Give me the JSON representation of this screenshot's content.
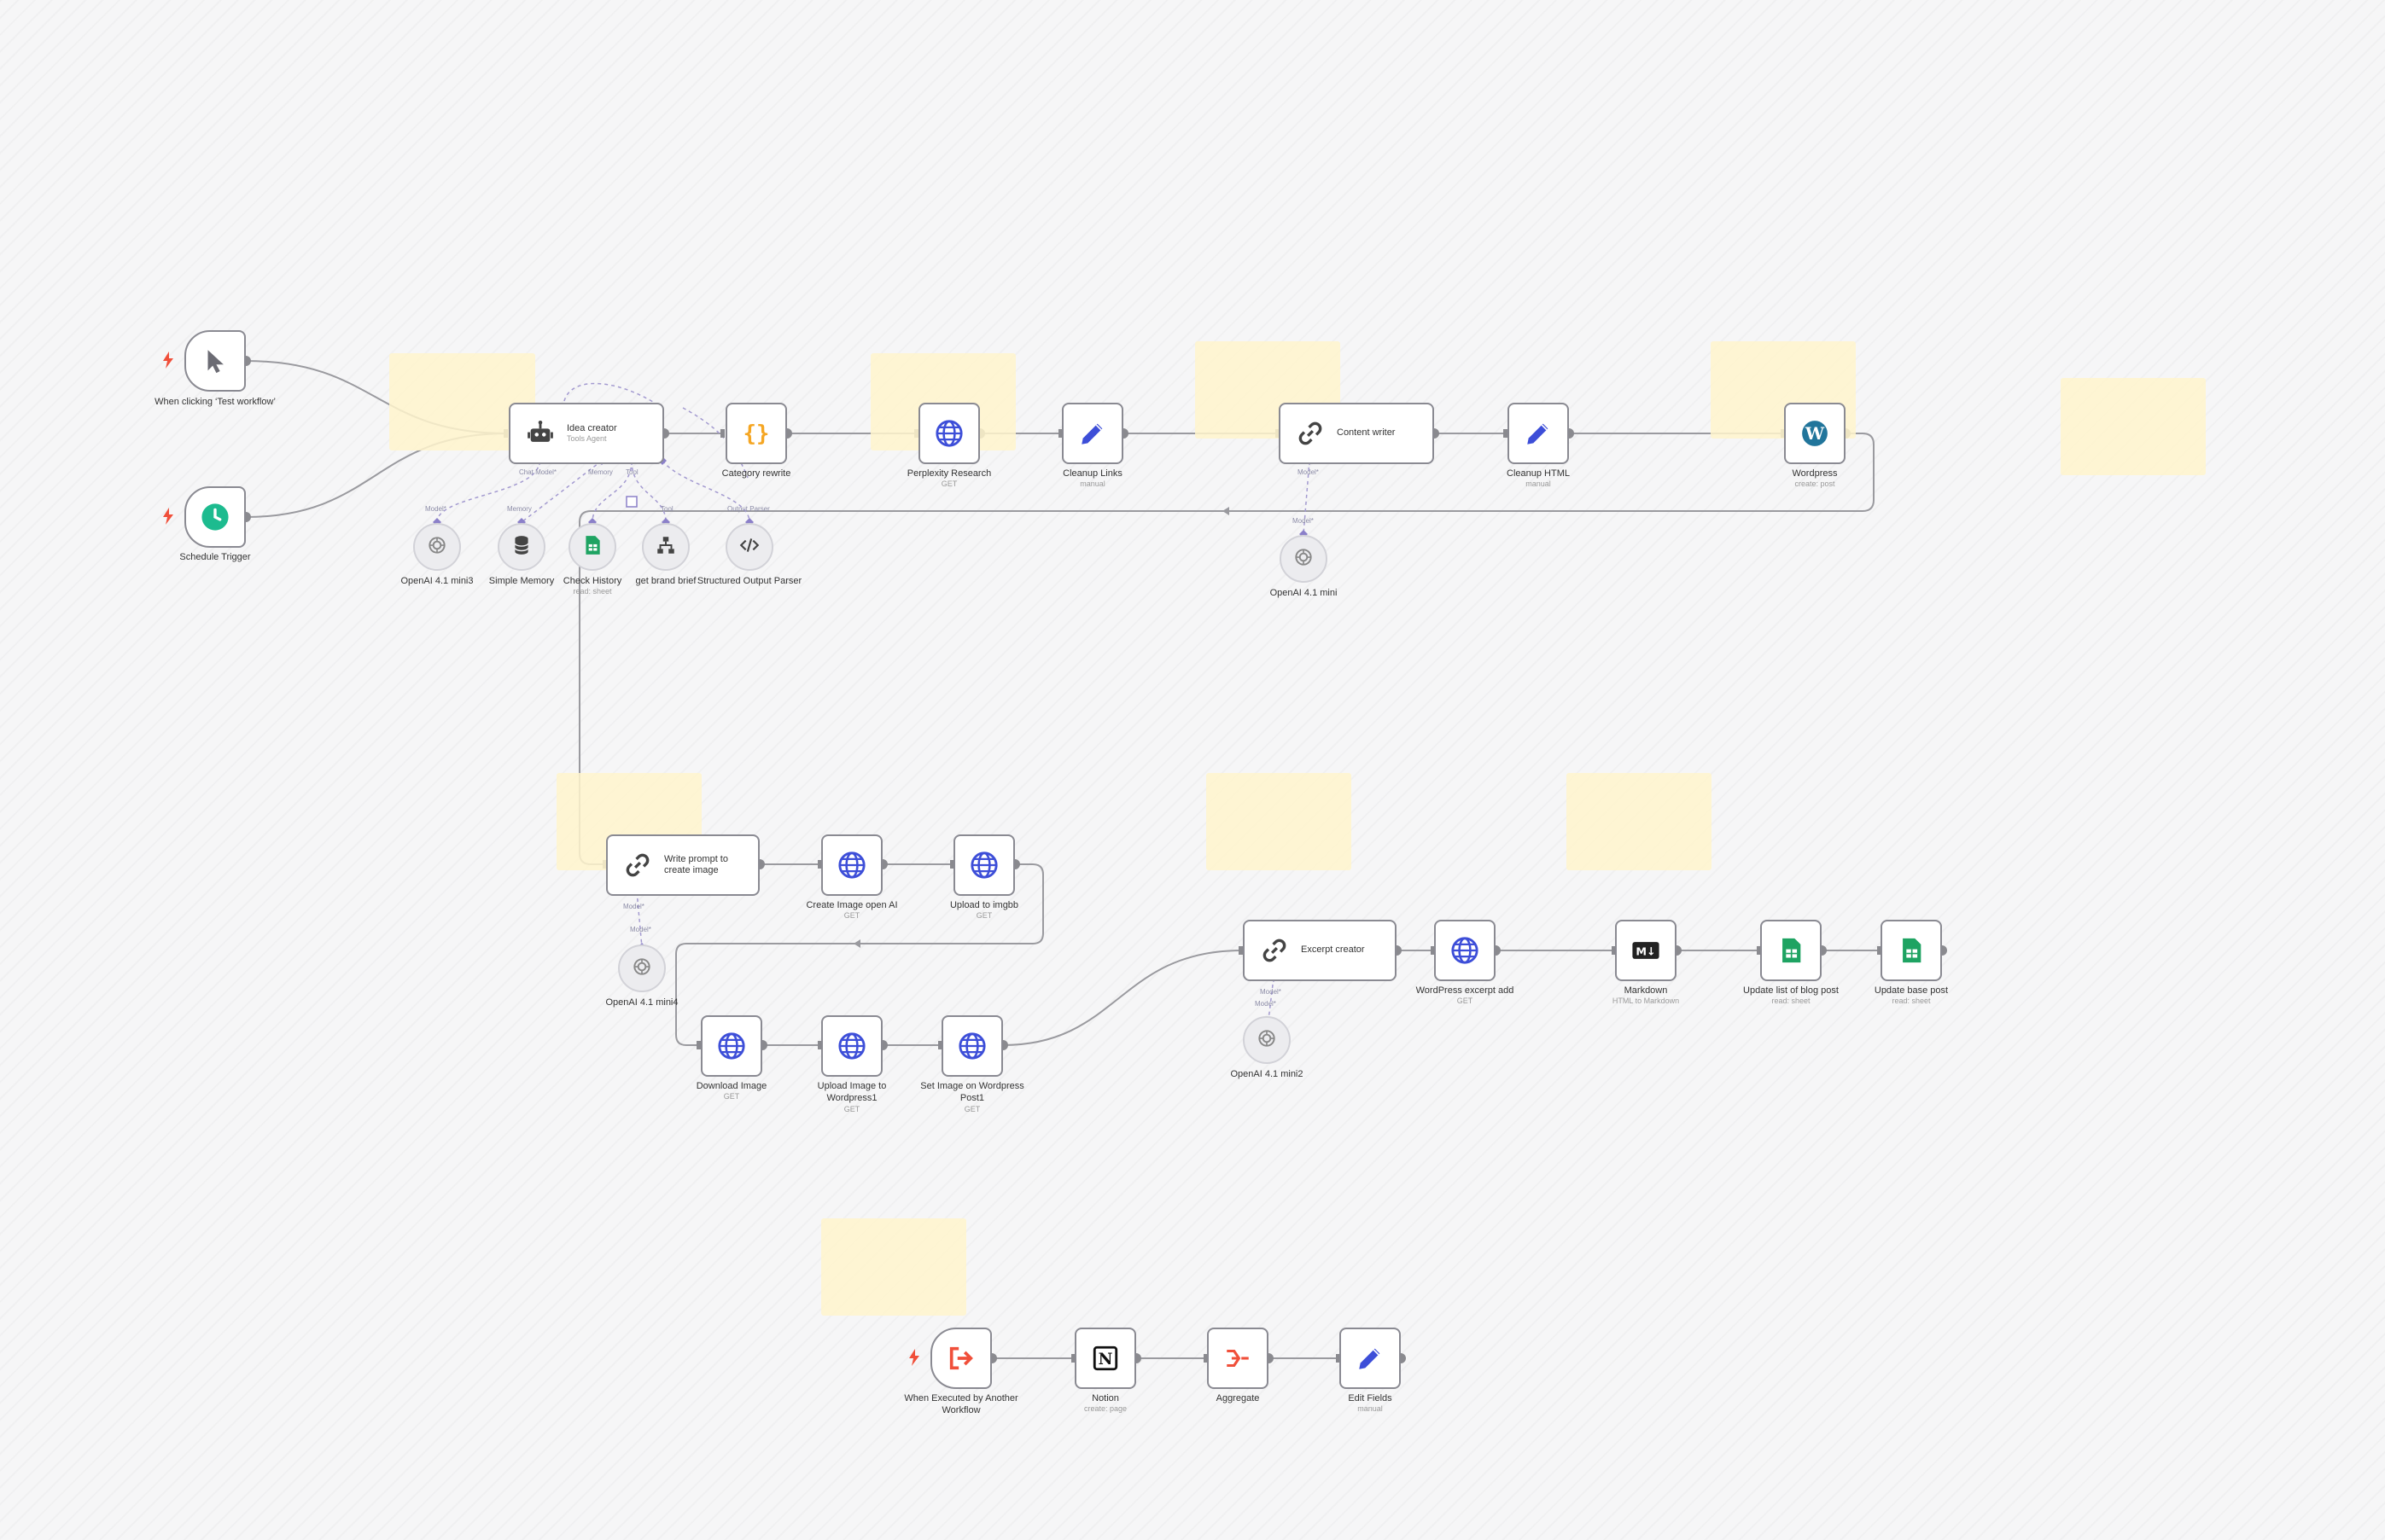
{
  "canvas": {
    "triggers": [
      {
        "id": "manual",
        "title": "When clicking ‘Test workflow’",
        "icon": "cursor-icon"
      },
      {
        "id": "schedule",
        "title": "Schedule Trigger",
        "icon": "clock-icon"
      }
    ],
    "nodes": [
      {
        "id": "idea",
        "title": "Idea creator",
        "subtitle": "Tools Agent",
        "icon": "robot-icon"
      },
      {
        "id": "category",
        "title": "Category rewrite",
        "subtitle": "",
        "icon": "braces-icon"
      },
      {
        "id": "perplexity",
        "title": "Perplexity Research",
        "subtitle": "GET",
        "icon": "globe-icon"
      },
      {
        "id": "cleanup-links",
        "title": "Cleanup Links",
        "subtitle": "manual",
        "icon": "pencil-icon"
      },
      {
        "id": "content-writer",
        "title": "Content writer",
        "subtitle": "",
        "icon": "link-icon"
      },
      {
        "id": "cleanup-html",
        "title": "Cleanup HTML",
        "subtitle": "manual",
        "icon": "pencil-icon"
      },
      {
        "id": "wordpress",
        "title": "Wordpress",
        "subtitle": "create: post",
        "icon": "wordpress-icon"
      },
      {
        "id": "write-prompt",
        "title": "Write prompt to create image",
        "subtitle": "",
        "icon": "link-icon"
      },
      {
        "id": "create-image",
        "title": "Create Image open AI",
        "subtitle": "GET",
        "icon": "globe-icon"
      },
      {
        "id": "upload-imgbb",
        "title": "Upload to imgbb",
        "subtitle": "GET",
        "icon": "globe-icon"
      },
      {
        "id": "download-image",
        "title": "Download Image",
        "subtitle": "GET",
        "icon": "globe-icon"
      },
      {
        "id": "upload-wp",
        "title": "Upload Image to Wordpress1",
        "subtitle": "GET",
        "icon": "globe-icon"
      },
      {
        "id": "set-image",
        "title": "Set Image on Wordpress Post1",
        "subtitle": "GET",
        "icon": "globe-icon"
      },
      {
        "id": "excerpt",
        "title": "Excerpt creator",
        "subtitle": "",
        "icon": "link-icon"
      },
      {
        "id": "wp-excerpt",
        "title": "WordPress excerpt add",
        "subtitle": "GET",
        "icon": "globe-icon"
      },
      {
        "id": "markdown",
        "title": "Markdown",
        "subtitle": "HTML to Markdown",
        "icon": "markdown-icon"
      },
      {
        "id": "update-list",
        "title": "Update list of blog post",
        "subtitle": "read: sheet",
        "icon": "sheets-icon"
      },
      {
        "id": "update-base",
        "title": "Update base post",
        "subtitle": "read: sheet",
        "icon": "sheets-icon"
      },
      {
        "id": "exec-trigger",
        "title": "When Executed by Another Workflow",
        "subtitle": "",
        "icon": "exit-icon"
      },
      {
        "id": "notion",
        "title": "Notion",
        "subtitle": "create: page",
        "icon": "notion-icon"
      },
      {
        "id": "aggregate",
        "title": "Aggregate",
        "subtitle": "",
        "icon": "aggregate-icon"
      },
      {
        "id": "edit-fields",
        "title": "Edit Fields",
        "subtitle": "manual",
        "icon": "pencil-icon"
      }
    ],
    "subnodes": [
      {
        "id": "openai-mini3",
        "title": "OpenAI 4.1 mini3",
        "subtitle": "",
        "icon": "openai-icon"
      },
      {
        "id": "simple-memory",
        "title": "Simple Memory",
        "subtitle": "",
        "icon": "database-icon"
      },
      {
        "id": "check-history",
        "title": "Check History",
        "subtitle": "read: sheet",
        "icon": "sheets-icon"
      },
      {
        "id": "brand-brief",
        "title": "get brand brief",
        "subtitle": "",
        "icon": "sitemap-icon"
      },
      {
        "id": "output-parser",
        "title": "Structured Output Parser",
        "subtitle": "",
        "icon": "code-icon"
      },
      {
        "id": "openai-mini",
        "title": "OpenAI 4.1 mini",
        "subtitle": "",
        "icon": "openai-icon"
      },
      {
        "id": "openai-mini4",
        "title": "OpenAI 4.1 mini4",
        "subtitle": "",
        "icon": "openai-icon"
      },
      {
        "id": "openai-mini2",
        "title": "OpenAI 4.1 mini2",
        "subtitle": "",
        "icon": "openai-icon"
      }
    ],
    "ports": {
      "chat_model": "Chat Model*",
      "memory": "Memory",
      "tool": "Tool",
      "output_parser": "Output Parser",
      "model": "Model*"
    }
  }
}
